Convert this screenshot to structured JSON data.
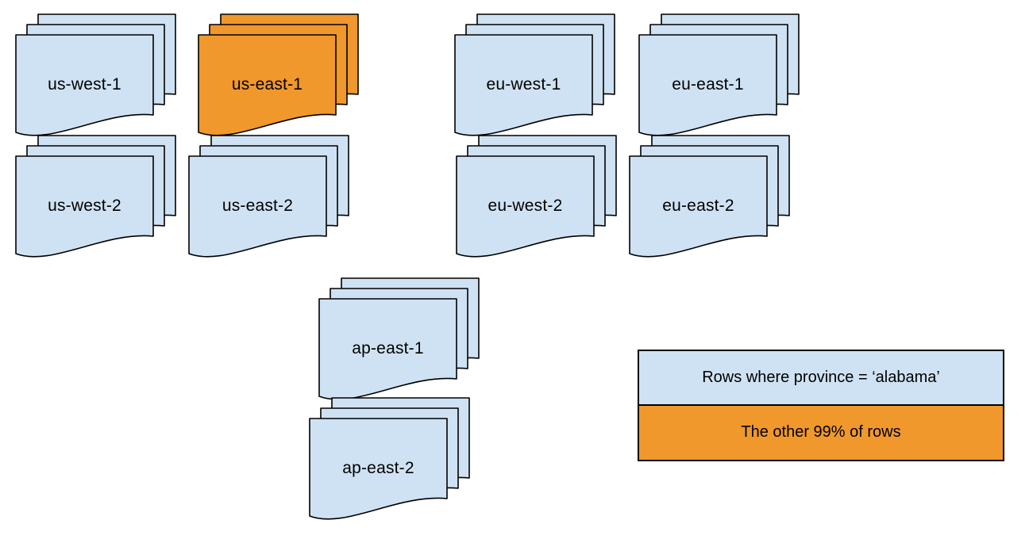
{
  "colors": {
    "light_blue": "#cfe2f3",
    "orange": "#f0982b",
    "stroke": "#000000",
    "background": "#ffffff"
  },
  "stacks": [
    {
      "id": "us-west-1",
      "label": "us-west-1",
      "variant": "blue"
    },
    {
      "id": "us-east-1",
      "label": "us-east-1",
      "variant": "orange"
    },
    {
      "id": "eu-west-1",
      "label": "eu-west-1",
      "variant": "blue"
    },
    {
      "id": "eu-east-1",
      "label": "eu-east-1",
      "variant": "blue"
    },
    {
      "id": "us-west-2",
      "label": "us-west-2",
      "variant": "blue"
    },
    {
      "id": "us-east-2",
      "label": "us-east-2",
      "variant": "blue"
    },
    {
      "id": "eu-west-2",
      "label": "eu-west-2",
      "variant": "blue"
    },
    {
      "id": "eu-east-2",
      "label": "eu-east-2",
      "variant": "blue"
    },
    {
      "id": "ap-east-1",
      "label": "ap-east-1",
      "variant": "blue"
    },
    {
      "id": "ap-east-2",
      "label": "ap-east-2",
      "variant": "blue"
    }
  ],
  "legend": {
    "rows": [
      {
        "label": "Rows where province = ‘alabama’",
        "variant": "blue"
      },
      {
        "label": "The other 99% of rows",
        "variant": "orange"
      }
    ]
  }
}
